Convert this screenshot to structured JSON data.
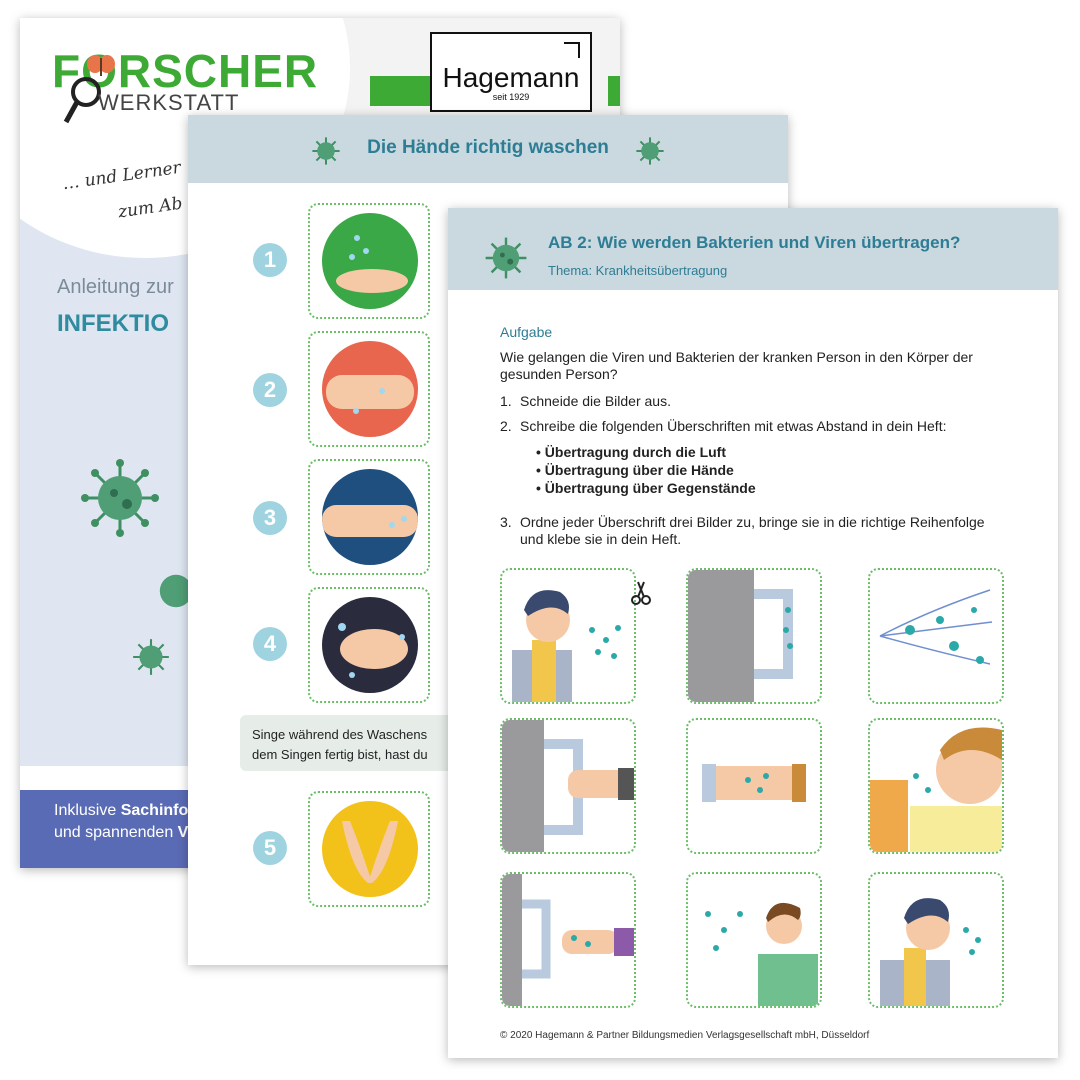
{
  "cover": {
    "brand_top": "FORSCHER",
    "brand_bottom": "WERKSTATT",
    "publisher": "Hagemann",
    "publisher_since": "seit 1929",
    "tagline_line1": "… und Lerner",
    "tagline_line2": "zum Ab",
    "instruction_prefix": "Anleitung zur",
    "big_title": "INFEKTIO",
    "footer_line1_prefix": "Inklusive ",
    "footer_line1_bold": "Sachinfo",
    "footer_line2_prefix": "und spannenden ",
    "footer_line2_bold": "V"
  },
  "hands": {
    "title": "Die Hände richtig waschen",
    "steps": [
      "1",
      "2",
      "3",
      "4",
      "5"
    ],
    "colors": [
      "#3aa846",
      "#e8664e",
      "#1e4f7e",
      "#2a2b3d",
      "#f2c21a"
    ],
    "sing_line1": "Singe während des Waschens",
    "sing_line2": "dem Singen fertig bist, hast du"
  },
  "worksheet": {
    "title": "AB 2: Wie werden Bakterien und Viren übertragen?",
    "subtitle": "Thema: Krankheitsübertragung",
    "aufgabe": "Aufgabe",
    "question_line1": "Wie gelangen die Viren und Bakterien der kranken Person in den Körper der",
    "question_line2": "gesunden Person?",
    "item1_num": "1.",
    "item1": "Schneide die Bilder aus.",
    "item2_num": "2.",
    "item2": "Schreibe die folgenden Überschriften mit etwas Abstand in dein Heft:",
    "bullets": [
      "Übertragung durch die Luft",
      "Übertragung über die Hände",
      "Übertragung über Gegenstände"
    ],
    "item3_num": "3.",
    "item3_line1": "Ordne jeder Überschrift drei Bilder zu, bringe sie in die richtige Reihenfolge",
    "item3_line2": "und klebe sie in dein Heft.",
    "copyright": "© 2020 Hagemann & Partner Bildungsmedien Verlagsgesellschaft mbH, Düsseldorf"
  },
  "icons": {
    "virus": "virus-icon",
    "scissors": "scissors-icon",
    "magnifier": "magnifier-icon",
    "butterfly": "butterfly-icon"
  },
  "accent": {
    "teal": "#2e7d95",
    "green": "#3daa35",
    "header": "#c9d9df"
  }
}
